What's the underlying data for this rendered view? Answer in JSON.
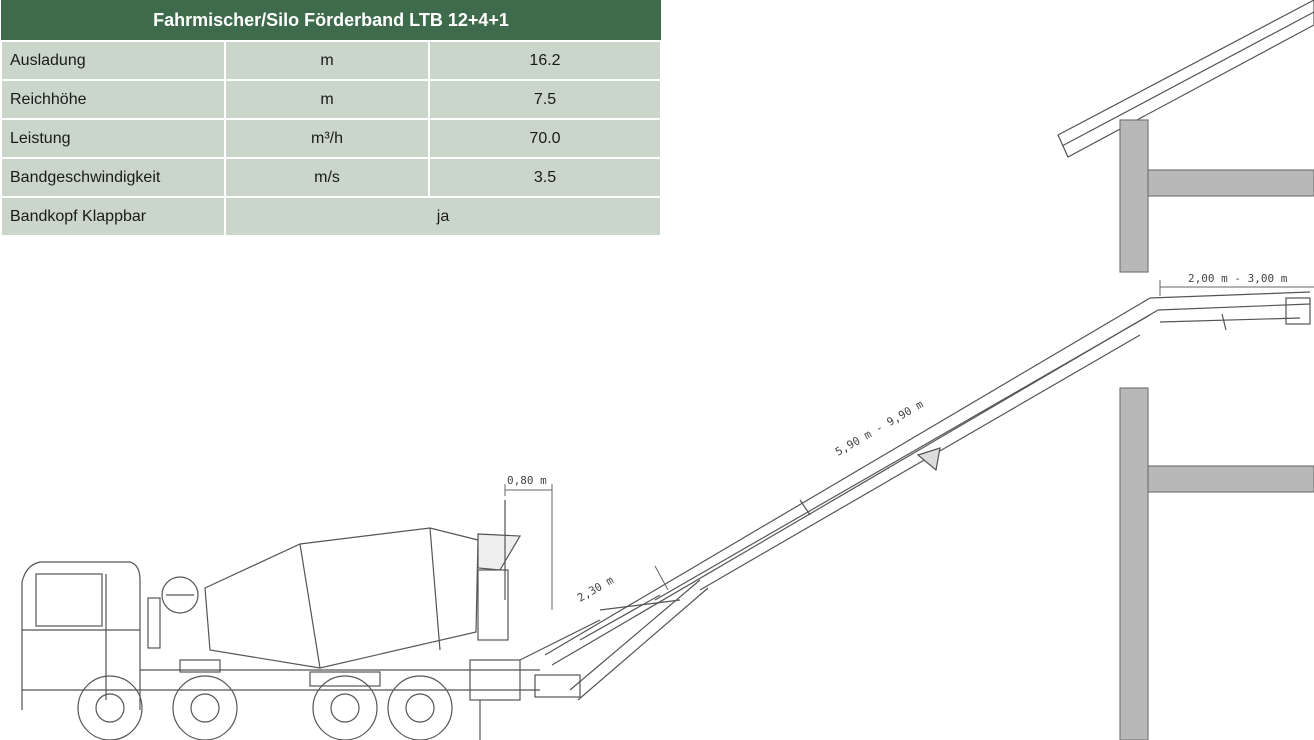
{
  "table": {
    "title": "Fahrmischer/Silo Förderband LTB 12+4+1",
    "rows": [
      {
        "label": "Ausladung",
        "unit": "m",
        "value": "16.2"
      },
      {
        "label": "Reichhöhe",
        "unit": "m",
        "value": "7.5"
      },
      {
        "label": "Leistung",
        "unit": "m³/h",
        "value": "70.0"
      },
      {
        "label": "Bandgeschwindigkeit",
        "unit": "m/s",
        "value": "3.5"
      },
      {
        "label": "Bandkopf Klappbar",
        "value": "ja"
      }
    ]
  },
  "dimensions": {
    "hopper_offset": "0,80 m",
    "first_section": "2,30 m",
    "main_section": "5,90 m - 9,90 m",
    "head_section": "2,00 m - 3,00 m"
  },
  "colors": {
    "header_green": "#3f6b4d",
    "cell_green": "#c9d6c9",
    "wall_gray": "#b8b8b8"
  }
}
